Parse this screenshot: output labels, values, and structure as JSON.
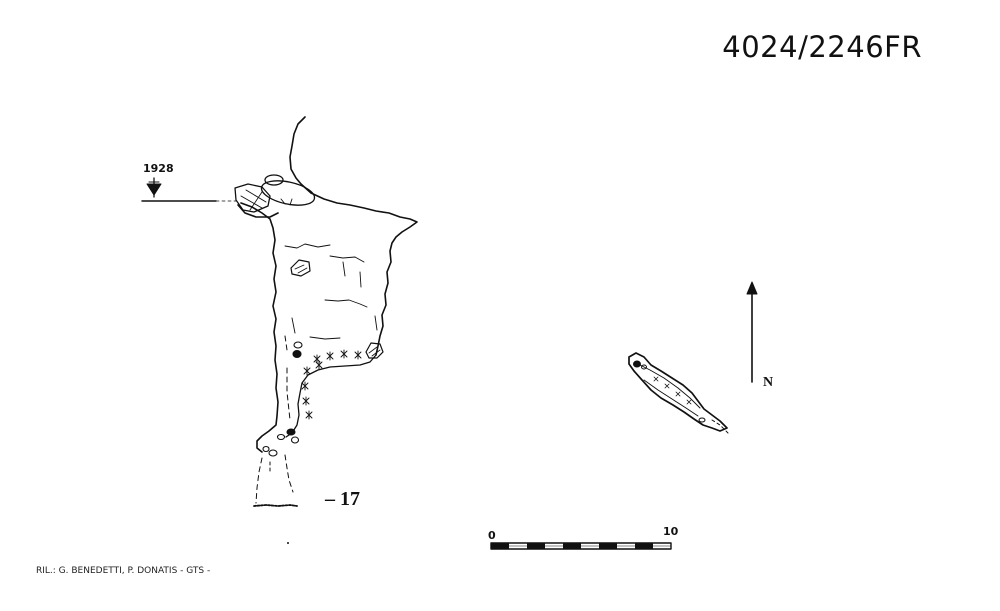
{
  "survey": {
    "cave_id": "4024/2246FR",
    "entrance_altitude": "1928",
    "depth": "– 17",
    "north": "N",
    "scale": {
      "min": "0",
      "max": "10"
    },
    "credits": "RIL.: G. BENEDETTI, P. DONATIS - GTS -"
  },
  "colors": {
    "ink": "#111111",
    "paper": "#ffffff"
  },
  "icons": {
    "entrance": "entrance-triangle-icon",
    "north": "north-arrow-icon"
  }
}
